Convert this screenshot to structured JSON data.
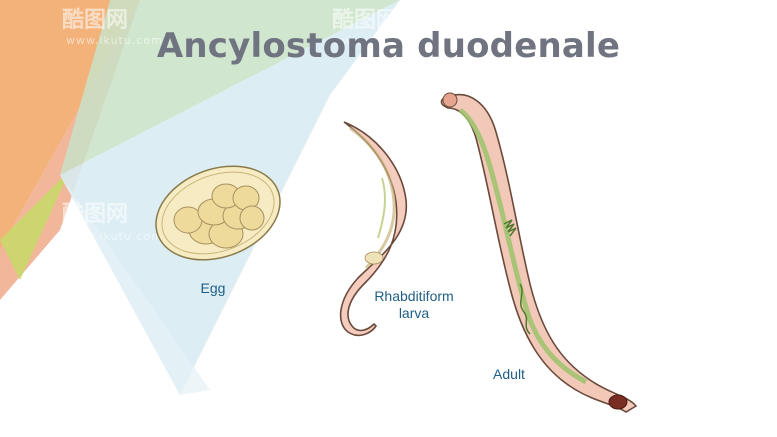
{
  "slide": {
    "title": "Ancylostoma duodenale",
    "labels": {
      "egg": "Egg",
      "larva_line1": "Rhabditiform",
      "larva_line2": "larva",
      "adult": "Adult"
    }
  },
  "watermark": {
    "brand": "酷图网",
    "url": "www.ikutu.com"
  },
  "colors": {
    "title": "#6f7480",
    "label": "#1f5e85",
    "egg_shell": "#f4e7b8",
    "egg_cell": "#efdca0",
    "worm_body": "#f1c8b6",
    "worm_gut": "#9cc36a"
  }
}
